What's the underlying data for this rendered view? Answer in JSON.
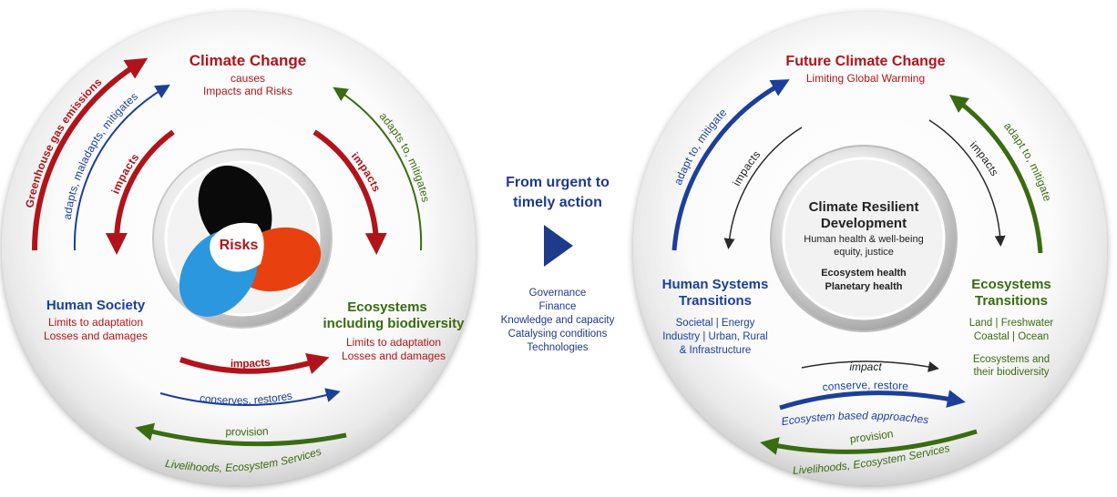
{
  "left": {
    "title": "Climate Change",
    "subtitle_line1": "causes",
    "subtitle_line2": "Impacts and Risks",
    "center": "Risks",
    "arc_outer_left": "Greenhouse gas emissions",
    "arc_inner_left": "adapts, maladapts, mitigates",
    "arc_impacts_left": "impacts",
    "arc_impacts_right": "impacts",
    "arc_outer_right": "adapts to, mitigates",
    "human_title": "Human Society",
    "human_line1": "Limits to adaptation",
    "human_line2": "Losses and damages",
    "eco_title1": "Ecosystems",
    "eco_title2": "including biodiversity",
    "eco_line1": "Limits to adaptation",
    "eco_line2": "Losses and damages",
    "bottom_impacts": "impacts",
    "bottom_conserves": "conserves, restores",
    "bottom_provision": "provision",
    "bottom_livelihoods": "Livelihoods, Ecosystem Services"
  },
  "middle": {
    "heading_line1": "From urgent to",
    "heading_line2": "timely action",
    "items": [
      "Governance",
      "Finance",
      "Knowledge and capacity",
      "Catalysing conditions",
      "Technologies"
    ]
  },
  "right": {
    "title": "Future Climate Change",
    "subtitle": "Limiting Global Warming",
    "arc_outer_left": "adapt to, mitigate",
    "arc_impacts_left": "impacts",
    "arc_impacts_right": "impacts",
    "arc_outer_right": "adapt to, mitigate",
    "center_title1": "Climate Resilient",
    "center_title2": "Development",
    "center_line1": "Human health & well-being",
    "center_line2": "equity, justice",
    "center_line3": "Ecosystem health",
    "center_line4": "Planetary health",
    "human_title1": "Human Systems",
    "human_title2": "Transitions",
    "human_line1": "Societal | Energy",
    "human_line2": "Industry | Urban, Rural",
    "human_line3": "& Infrastructure",
    "eco_title1": "Ecosystems",
    "eco_title2": "Transitions",
    "eco_line1": "Land | Freshwater",
    "eco_line2": "Coastal | Ocean",
    "eco_line3": "Ecosystems and",
    "eco_line4": "their biodiversity",
    "bottom_impact": "impact",
    "bottom_conserve": "conserve, restore",
    "bottom_eba": "Ecosystem based approaches",
    "bottom_provision": "provision",
    "bottom_livelihoods": "Livelihoods, Ecosystem Services"
  },
  "colors": {
    "red": "#b0141a",
    "green": "#3a6b12",
    "blue": "#1b3f9a",
    "navy": "#1e3a8a",
    "orange": "#e8410f",
    "light_blue": "#2a97de"
  }
}
